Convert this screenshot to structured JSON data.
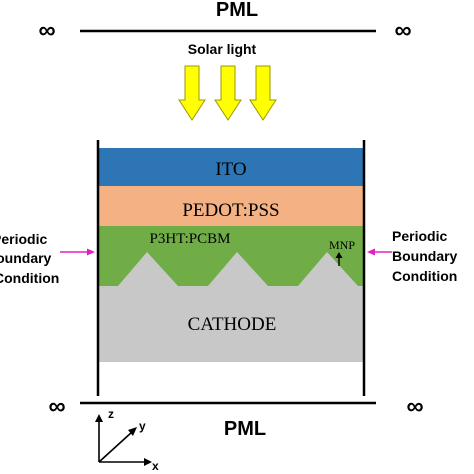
{
  "pml_top": "PML",
  "pml_bottom": "PML",
  "infinity_symbol": "∞",
  "solar_label": "Solar light",
  "layers": {
    "ito": "ITO",
    "pedot": "PEDOT:PSS",
    "p3ht": "P3HT:PCBM",
    "cathode": "CATHODE",
    "mnp": "MNP"
  },
  "left_boundary": [
    "Periodic",
    "Boundary",
    "Condition"
  ],
  "right_boundary": [
    "Periodic",
    "Boundary",
    "Condition"
  ],
  "axes": {
    "z": "z",
    "y": "y",
    "x": "x"
  },
  "colors": {
    "ito": "#2e75b6",
    "pedot": "#f4b183",
    "p3ht": "#70ad47",
    "cathode": "#c8c8c8",
    "arrow_fill": "#ffff00",
    "arrow_stroke": "#999900",
    "boundary_arrow": "#e020c0"
  }
}
